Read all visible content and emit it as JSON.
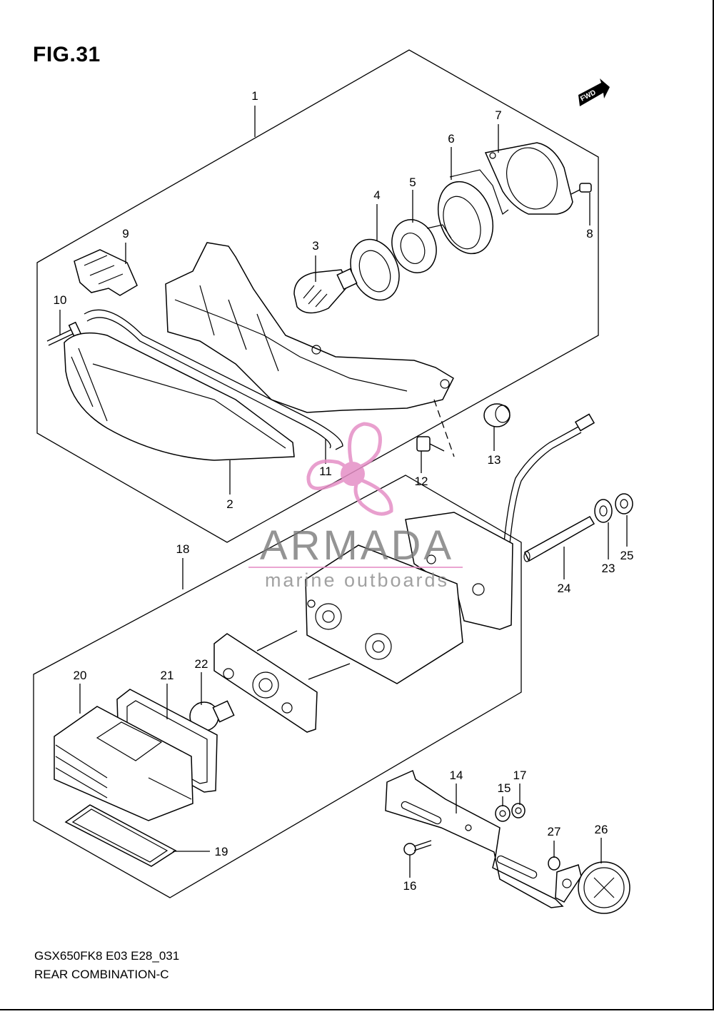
{
  "figure": {
    "title": "FIG.31",
    "code": "GSX650FK8 E03 E28_031",
    "name": "REAR COMBINATION-C"
  },
  "direction_label": "FWD",
  "watermark": {
    "brand": "ARMADA",
    "tagline": "marine outboards",
    "color": "#e58fc6"
  },
  "callouts": [
    "1",
    "2",
    "3",
    "4",
    "5",
    "6",
    "7",
    "8",
    "9",
    "10",
    "11",
    "12",
    "13",
    "14",
    "15",
    "16",
    "17",
    "18",
    "19",
    "20",
    "21",
    "22",
    "23",
    "24",
    "25",
    "26",
    "27"
  ]
}
